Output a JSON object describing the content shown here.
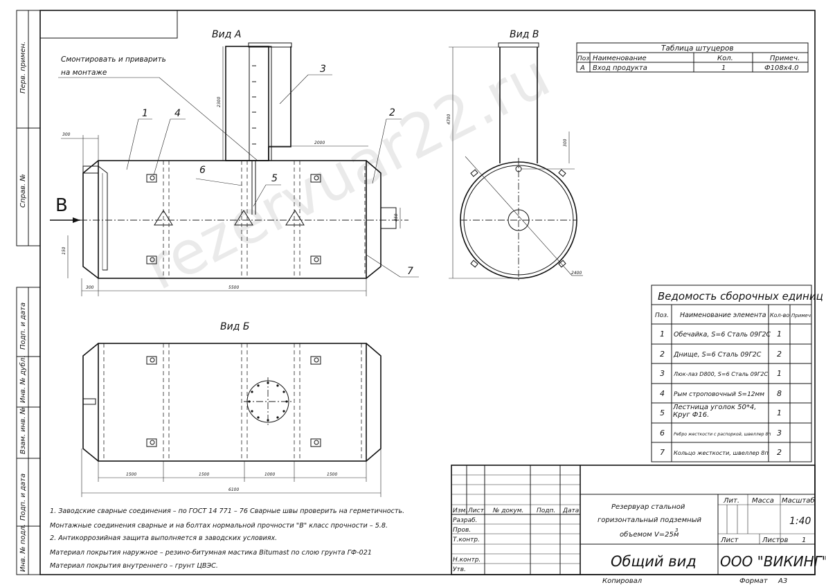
{
  "watermark": "rezervuar22.ru",
  "side_stamp": {
    "labels": [
      "Перв. примен.",
      "Справ. №",
      "Подп. и дата",
      "Инв. № дубл.",
      "Взам. инв. №",
      "Подп. и дата",
      "Инв. № подл."
    ]
  },
  "views": {
    "view_a": "Вид А",
    "view_b": "Вид Б",
    "view_v": "Вид В",
    "arrow_b": "В"
  },
  "annotations": {
    "mount_note_1": "Смонтировать и приварить",
    "mount_note_2": "на монтаже"
  },
  "callouts": [
    "1",
    "2",
    "3",
    "4",
    "5",
    "6",
    "7"
  ],
  "dimensions": {
    "d300": "300",
    "d2000": "2000",
    "d2300": "2300",
    "d450": "450",
    "d150": "150",
    "d5500": "5500",
    "d300b": "300",
    "d1500a": "1500",
    "d1500b": "1500",
    "d1000": "1000",
    "d1500c": "1500",
    "d6100": "6100",
    "d4700": "4700",
    "d300c": "300",
    "d2400": "2400"
  },
  "nozzle_table": {
    "title": "Таблица штуцеров",
    "headers": [
      "Поз.",
      "Наименование",
      "Кол.",
      "Примеч."
    ],
    "rows": [
      [
        "А",
        "Вход продукта",
        "1",
        "Ф108х4.0"
      ]
    ]
  },
  "assembly_table": {
    "title": "Ведомость сборочных единиц",
    "headers": [
      "Поз.",
      "Наименование элемента",
      "Кол-во",
      "Примеч."
    ],
    "rows": [
      [
        "1",
        "Обечайка, S=6 Сталь 09Г2С",
        "1",
        ""
      ],
      [
        "2",
        "Днище, S=6 Сталь 09Г2С",
        "2",
        ""
      ],
      [
        "3",
        "Люк-лаз D800, S=6 Сталь 09Г2С",
        "1",
        ""
      ],
      [
        "4",
        "Рым строповочный S=12мм",
        "8",
        ""
      ],
      [
        "5",
        "Лестница уголок 50*4, Круг Ф16.",
        "1",
        ""
      ],
      [
        "6",
        "Ребро жесткости с распоркой, швеллер 8п",
        "3",
        ""
      ],
      [
        "7",
        "Кольцо жесткости, швеллер 8п",
        "2",
        ""
      ]
    ]
  },
  "notes": [
    "1. Заводские сварные соединения – по ГОСТ 14 771 – 76 Сварные швы проверить на герметичность.",
    "Монтажные соединения сварные и на болтах нормальной прочности \"В\" класс прочности – 5.8.",
    "2. Антикоррозийная защита выполняется в заводских условиях.",
    "Материал покрытия наружное – резино-битумная мастика Bitumast по слою грунта ГФ-021",
    "Материал покрытия внутреннего – грунт ЦВЭС."
  ],
  "title_block": {
    "rows_left": [
      "Изм.",
      "Лист",
      "№ докум.",
      "Подп.",
      "Дата"
    ],
    "roles": [
      "Разраб.",
      "Пров.",
      "Т.контр.",
      "Н.контр.",
      "Утв."
    ],
    "product_1": "Резервуар стальной",
    "product_2": "горизонтальный подземный",
    "product_3": "объемом V=25м",
    "product_sup": "3",
    "lit": "Лит.",
    "mass": "Масса",
    "scale": "Масштаб",
    "scale_value": "1:40",
    "sheet": "Лист",
    "sheets": "Листов",
    "sheets_value": "1",
    "drawing_name": "Общий вид",
    "company": "ООО \"ВИКИНГ\"",
    "copied": "Копировал",
    "format": "Формат",
    "format_value": "А3"
  }
}
